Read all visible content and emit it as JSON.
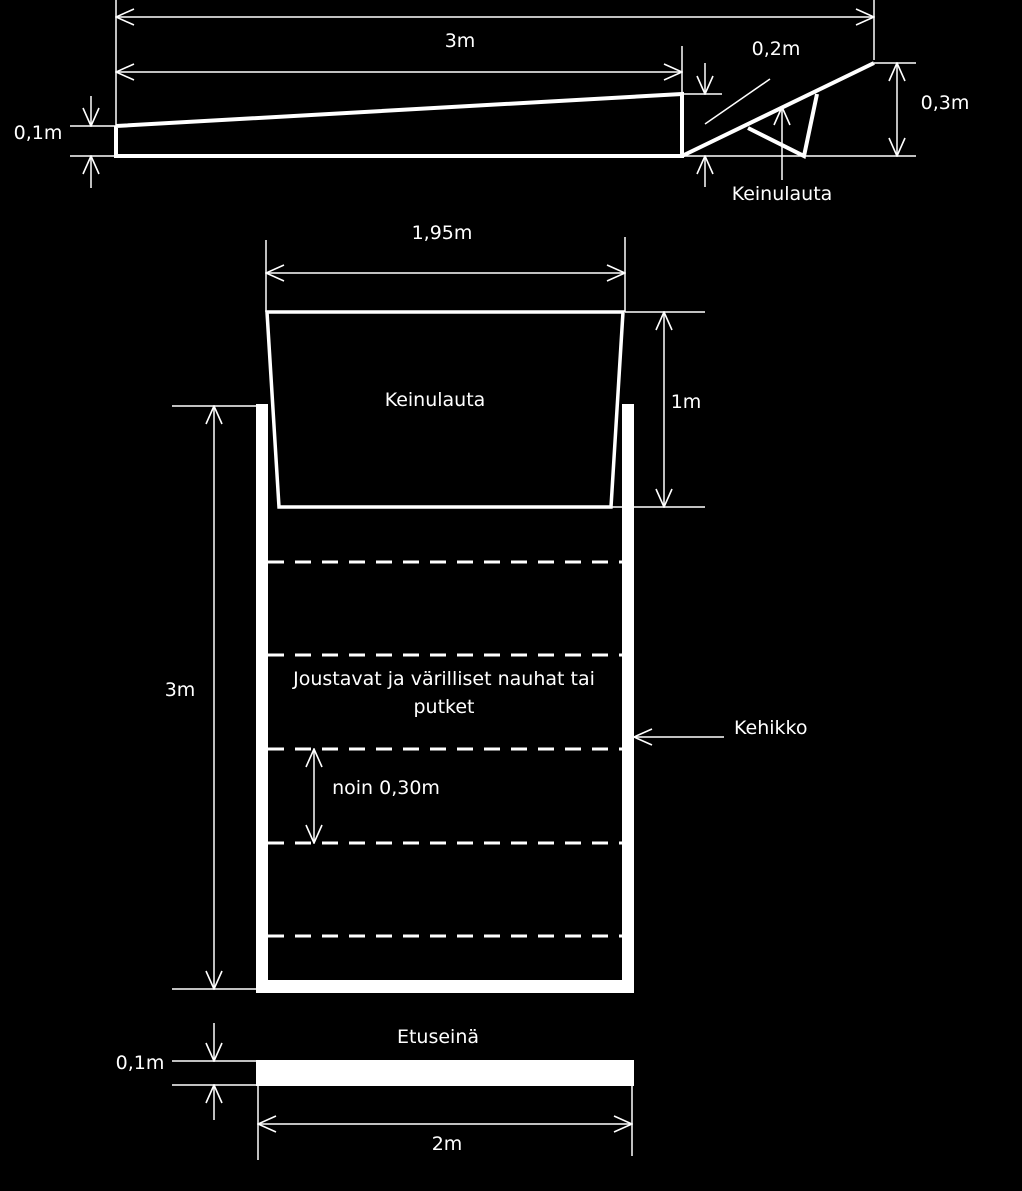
{
  "colors": {
    "background": "#000000",
    "line": "#ffffff"
  },
  "side_view": {
    "total_length_label": "3m",
    "height_low_label": "0,1m",
    "gap_label": "0,2m",
    "height_high_label": "0,3m",
    "seesaw_label": "Keinulauta"
  },
  "top_view": {
    "seesaw_width_label": "1,95m",
    "seesaw_label": "Keinulauta",
    "seesaw_length_label": "1m",
    "frame_length_label": "3m",
    "bands_label_line1": "Joustavat ja värilliset nauhat tai",
    "bands_label_line2": "putket",
    "band_spacing_label": "noin 0,30m",
    "frame_label": "Kehikko"
  },
  "front_wall": {
    "title": "Etuseinä",
    "height_label": "0,1m",
    "width_label": "2m"
  }
}
